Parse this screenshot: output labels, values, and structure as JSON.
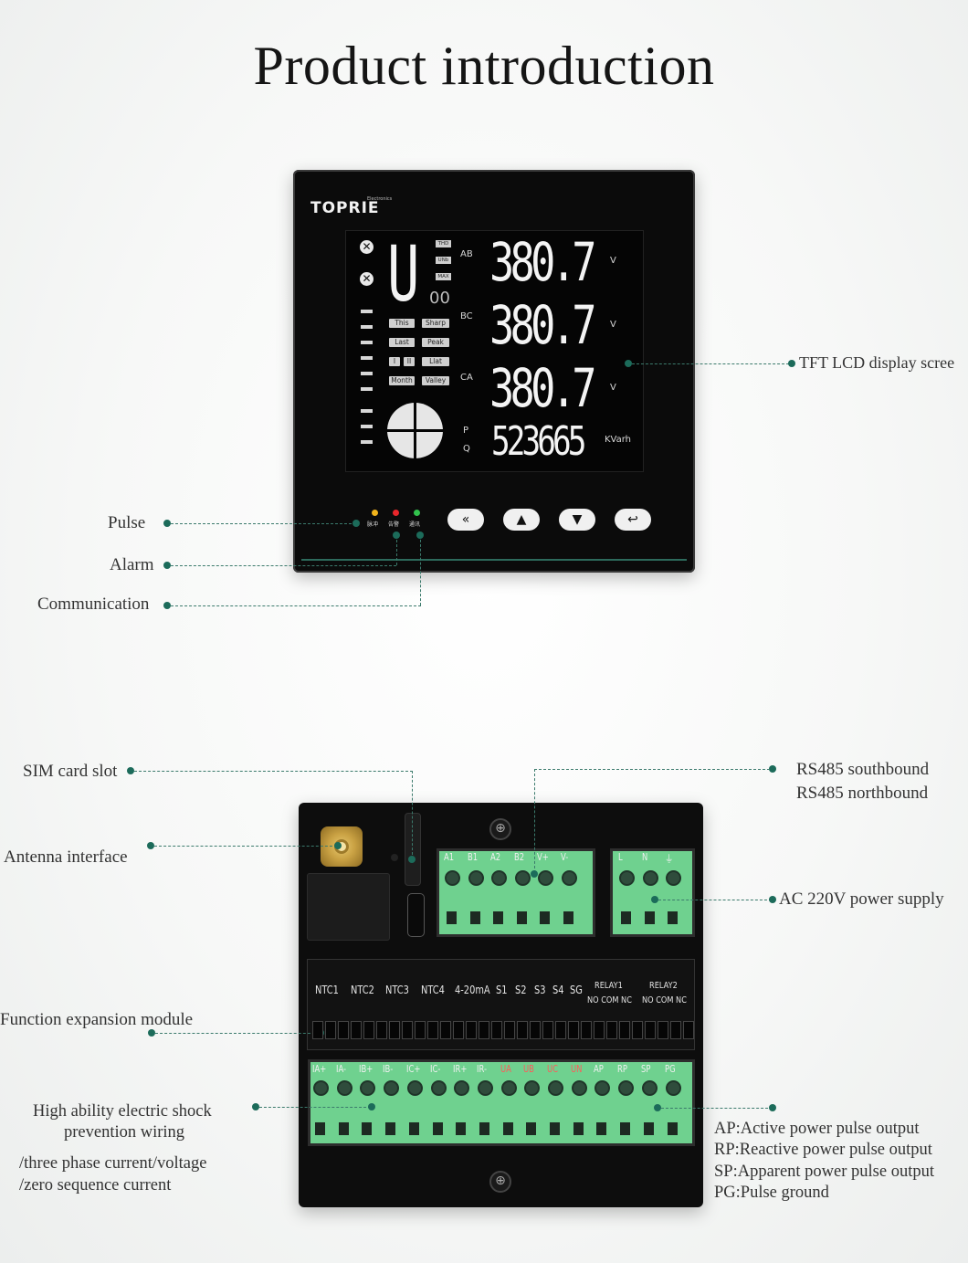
{
  "title": "Product introduction",
  "brand": "TOPRIE",
  "brand_sub": "Electronics",
  "display": {
    "mode_letter": "U",
    "rows": [
      {
        "tag": "AB",
        "value": "380.7",
        "unit": "V"
      },
      {
        "tag": "BC",
        "value": "380.7",
        "unit": "V"
      },
      {
        "tag": "CA",
        "value": "380.7",
        "unit": "V"
      },
      {
        "tag": "P\nQ",
        "value": "523665",
        "unit": "KVarh"
      }
    ],
    "mini_tags": [
      "THD",
      "UNb",
      "MAX"
    ],
    "sub_digits": "00",
    "pills": [
      "This",
      "Sharp",
      "Last",
      "Peak",
      "I",
      "II",
      "Llat",
      "Month",
      "Valley"
    ]
  },
  "buttons": [
    "«",
    "▲",
    "▼",
    "↩"
  ],
  "led_colors": {
    "pulse": "#f1b31b",
    "alarm": "#e8262b",
    "comm": "#32c24d"
  },
  "led_captions": [
    "脉冲",
    "告警",
    "通讯"
  ],
  "labels": {
    "tft": "TFT LCD display scree",
    "pulse": "Pulse",
    "alarm": "Alarm",
    "communication": "Communication",
    "sim": "SIM card slot",
    "antenna": "Antenna interface",
    "rs485_south": "RS485 southbound",
    "rs485_north": "RS485 northbound",
    "ac_power": "AC 220V power supply",
    "expansion": "Function expansion module",
    "shock_1": "High ability electric shock",
    "shock_2": "prevention wiring",
    "shock_3": "/three phase current/voltage",
    "shock_4": "/zero sequence current",
    "ap": "AP:Active power pulse output",
    "rp": "RP:Reactive power pulse output",
    "sp": "SP:Apparent power pulse output",
    "pg": "PG:Pulse ground"
  },
  "rs485_terminals": [
    "A1",
    "B1",
    "A2",
    "B2",
    "V+",
    "V-"
  ],
  "power_terminals": [
    "L",
    "N",
    "⏚"
  ],
  "expansion_labels": [
    "NTC1",
    "NTC2",
    "NTC3",
    "NTC4",
    "4-20mA",
    "S1",
    "S2",
    "S3",
    "S4",
    "SG",
    "RELAY1",
    "RELAY2",
    "NO COM NC",
    "NO COM NC"
  ],
  "bottom_terminals": [
    "IA+",
    "IA-",
    "IB+",
    "IB-",
    "IC+",
    "IC-",
    "IR+",
    "IR-",
    "UA",
    "UB",
    "UC",
    "UN",
    "AP",
    "RP",
    "SP",
    "PG"
  ]
}
